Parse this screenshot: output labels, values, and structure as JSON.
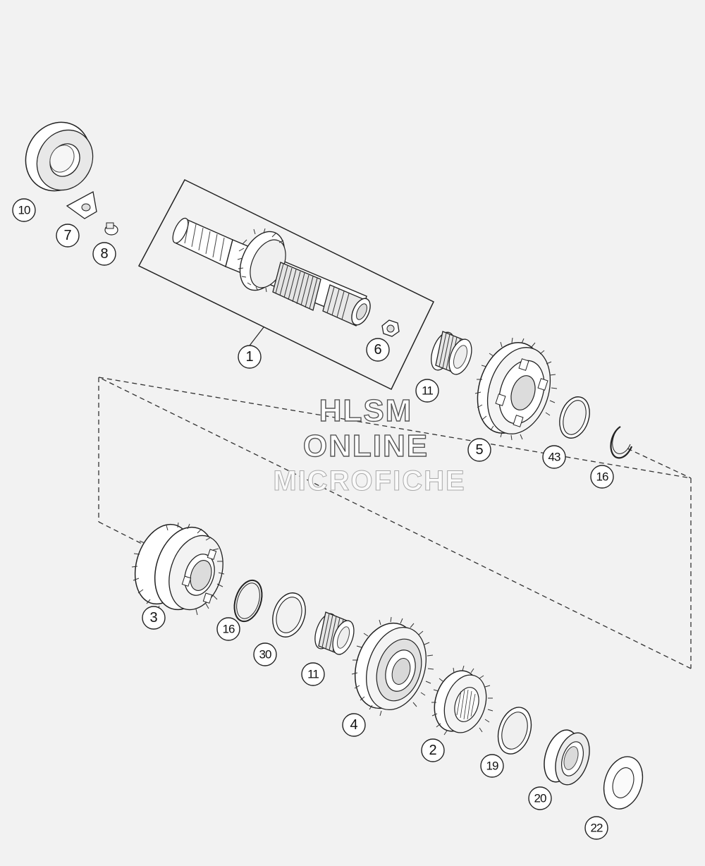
{
  "watermark": {
    "line1": "HLSM",
    "line2": "ONLINE",
    "line3": "MICROFICHE"
  },
  "callouts": [
    "10",
    "7",
    "8",
    "1",
    "6",
    "11",
    "5",
    "43",
    "16",
    "3",
    "16",
    "30",
    "11",
    "4",
    "2",
    "19",
    "20",
    "22"
  ],
  "colors": {
    "background": "#f2f2f2",
    "line": "#222222",
    "part_fill": "#ffffff",
    "part_shade": "#cfcfcf"
  }
}
